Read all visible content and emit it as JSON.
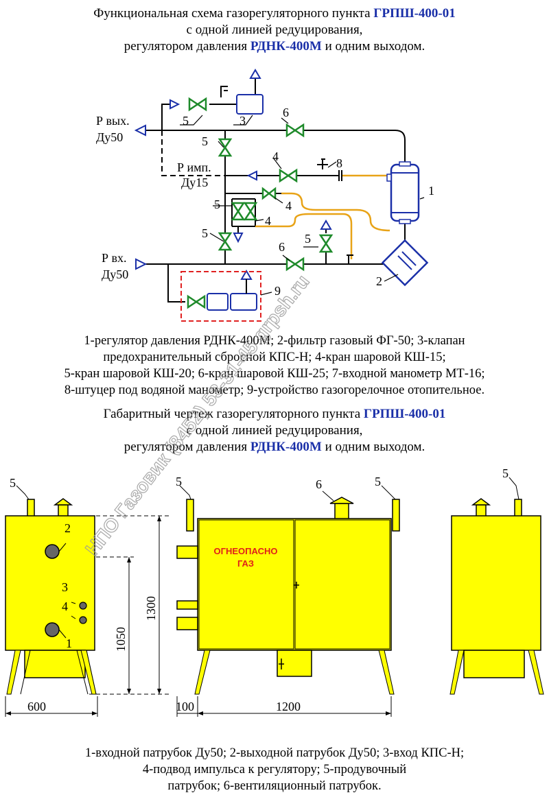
{
  "scheme": {
    "title": {
      "line1_prefix": "Функциональная схема газорегуляторного пункта ",
      "line1_model": "ГРПШ-400-01",
      "line2": "с одной линией редуцирования,",
      "line3_prefix": "регулятором давления ",
      "line3_model": "РДНК-400М",
      "line3_suffix": " и одним выходом."
    },
    "labels": {
      "p_out": "Р вых.",
      "p_out_dn": "Ду50",
      "p_imp": "Р имп.",
      "p_imp_dn": "Ду15",
      "p_in": "Р вх.",
      "p_in_dn": "Ду50"
    },
    "callouts": [
      "1",
      "2",
      "3",
      "4",
      "5",
      "6",
      "8",
      "9"
    ],
    "legend": {
      "line1": "1-регулятор давления РДНК-400М; 2-фильтр газовый ФГ-50; 3-клапан",
      "line2": "предохранительный сбросной КПС-Н; 4-кран шаровой КШ-15;",
      "line3": "5-кран шаровой КШ-20; 6-кран шаровой КШ-25; 7-входной манометр МТ-16;",
      "line4": "8-штуцер под водяной манометр; 9-устройство газогорелочное отопительное."
    },
    "colors": {
      "valve": "#1e8a2a",
      "equipment": "#1a2fa8",
      "impulse_line": "#e8a317",
      "heater_box": "#e02020"
    }
  },
  "drawing": {
    "title": {
      "line1_prefix": "Габаритный чертеж газорегуляторного пункта ",
      "line1_model": "ГРПШ-400-01",
      "line2": "с одной линией редуцирования,",
      "line3_prefix": "регулятором давления ",
      "line3_model": "РДНК-400М",
      "line3_suffix": " и одним выходом."
    },
    "warning_line1": "ОГНЕОПАСНО",
    "warning_line2": "ГАЗ",
    "dimensions": {
      "width_side": "600",
      "height_total": "1300",
      "height_body": "1050",
      "offset": "100",
      "width_front": "1200"
    },
    "callouts": [
      "1",
      "2",
      "3",
      "4",
      "5",
      "6"
    ],
    "legend": {
      "line1": "1-входной патрубок Ду50; 2-выходной патрубок Ду50; 3-вход КПС-Н;",
      "line2": "4-подвод импульса к регулятору; 5-продувочный",
      "line3": "патрубок; 6-вентиляционный патрубок."
    },
    "colors": {
      "cabinet": "#ffff00",
      "warning_text": "#e0201a"
    }
  },
  "watermark": "НПО Газовик (8452) 53-31-45 grpsh.ru"
}
